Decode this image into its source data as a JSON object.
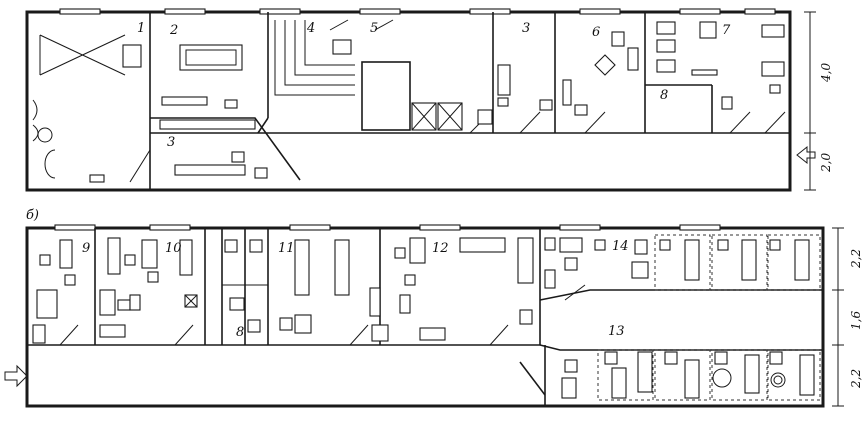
{
  "plan_a": {
    "rooms": [
      "1",
      "2",
      "3",
      "4",
      "5",
      "3",
      "6",
      "7",
      "8"
    ],
    "dimensions": [
      "4,0",
      "2,0"
    ]
  },
  "plan_b": {
    "caption": "б)",
    "rooms": [
      "9",
      "10",
      "8",
      "11",
      "12",
      "14",
      "13"
    ],
    "dimensions": [
      "2,2",
      "1,6",
      "2,2"
    ]
  }
}
